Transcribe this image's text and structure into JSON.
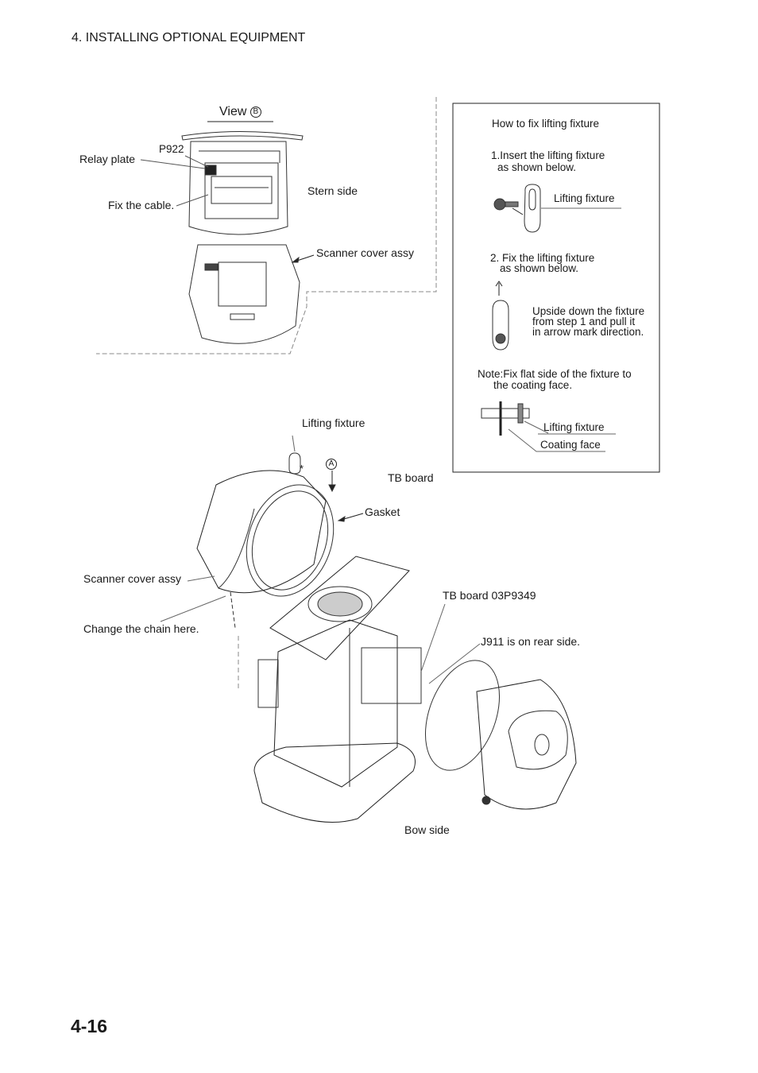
{
  "header": {
    "section": "4. INSTALLING OPTIONAL EQUIPMENT"
  },
  "page": {
    "number": "4-16"
  },
  "view_b": {
    "label": "View",
    "marker": "B"
  },
  "view_b_labels": {
    "relay_plate": "Relay plate",
    "p922": "P922",
    "fix_cable": "Fix the cable.",
    "stern_side": "Stern side",
    "scanner_cover_assy": "Scanner cover assy"
  },
  "inset": {
    "title": "How to fix lifting fixture",
    "step1_line1": "1.Insert the lifting fixture",
    "step1_line2": "as shown below.",
    "step1_callout": "Lifting fixture",
    "step2_line1": "2. Fix the lifting fixture",
    "step2_line2": "as shown below.",
    "step2_note_line1": "Upside down the fixture",
    "step2_note_line2": "from step 1 and pull it",
    "step2_note_line3": "in arrow mark direction.",
    "note_line1": "Note:Fix flat side of the fixture to",
    "note_line2": "the coating face.",
    "note_callout1": "Lifting fixture",
    "note_callout2": "Coating face"
  },
  "main_labels": {
    "lifting_fixture": "Lifting fixture",
    "marker_a": "A",
    "asterisk": "*",
    "tb_board": "TB board",
    "gasket": "Gasket",
    "scanner_cover_assy": "Scanner cover assy",
    "change_chain": "Change the chain here.",
    "tb_board_03p": "TB board 03P9349",
    "j911": "J911 is on rear side.",
    "bow_side": "Bow side"
  }
}
